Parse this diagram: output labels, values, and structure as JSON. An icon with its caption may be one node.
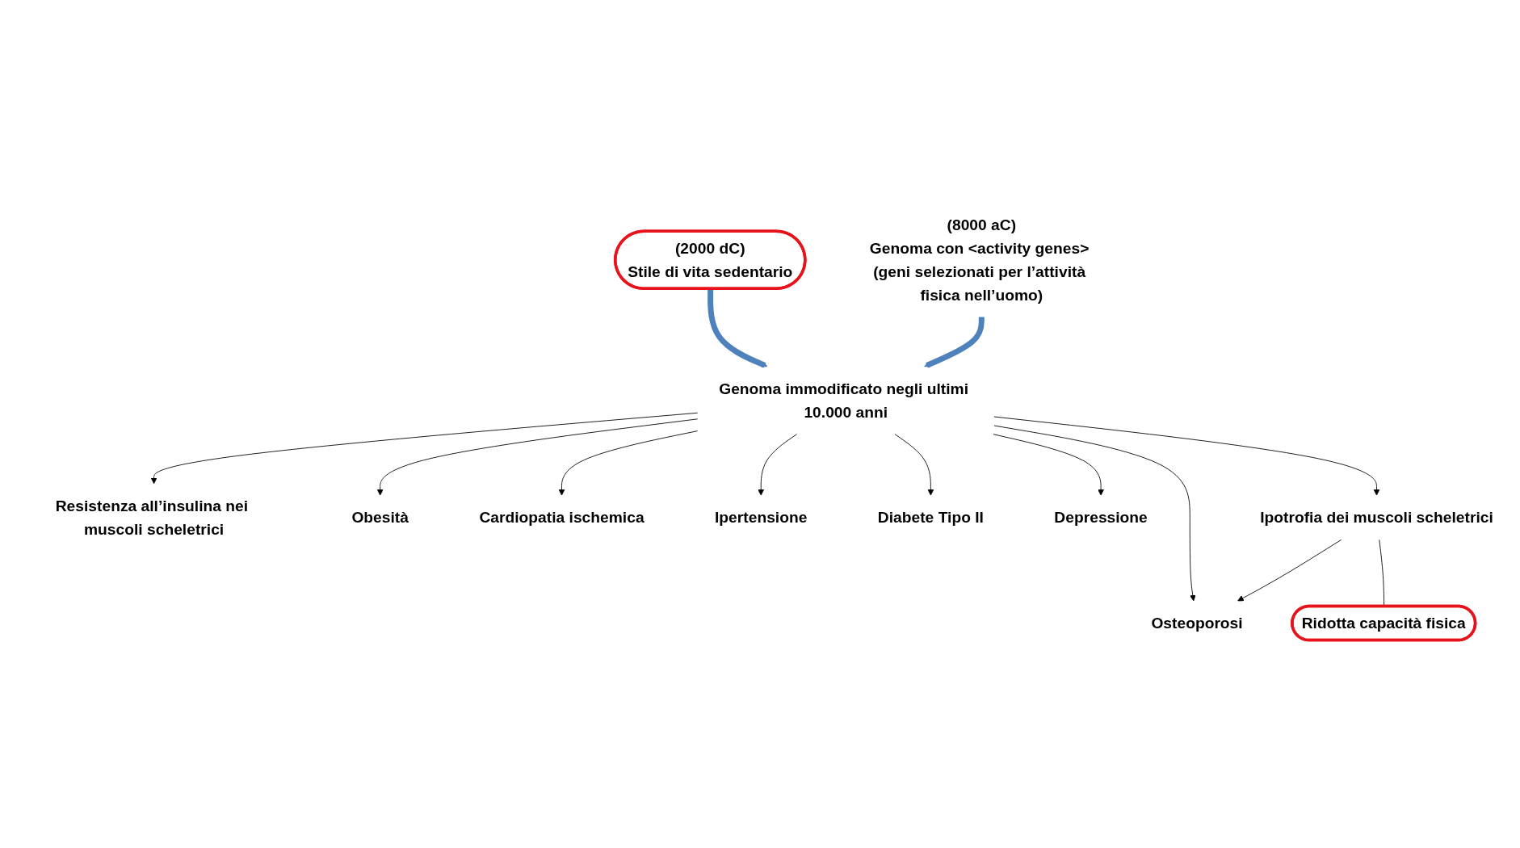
{
  "diagram": {
    "nodes": [
      {
        "text": [
          "(2000 dC)",
          "Stile di vita sedentario"
        ]
      },
      {
        "text": [
          "(8000 aC)",
          "Genoma con <activity genes> (geni selezionati per l’attività fisica nell’uomo)"
        ]
      },
      {
        "text": [
          "Genoma immodificato negli ultimi 10.000 anni"
        ]
      },
      {
        "text": [
          "Resistenza all’insulina nei muscoli scheletrici"
        ]
      },
      {
        "text": [
          "Obesità"
        ]
      },
      {
        "text": [
          "Cardiopatia ischemica"
        ]
      },
      {
        "text": [
          "Ipertensione"
        ]
      },
      {
        "text": [
          "Diabete Tipo II"
        ]
      },
      {
        "text": [
          "Depressione"
        ]
      },
      {
        "text": [
          "Osteoporosi"
        ]
      },
      {
        "text": [
          "Ipotrofia dei muscoli scheletrici"
        ]
      },
      {
        "text": [
          "Ridotta capacità fisica"
        ]
      }
    ],
    "edges": [
      {
        "from": 0,
        "to": 2,
        "arrow": "to",
        "style": "thick",
        "color": "#4f81bd"
      },
      {
        "from": 1,
        "to": 2,
        "arrow": "to",
        "style": "thick",
        "color": "#4f81bd"
      },
      {
        "from": 2,
        "to": 3,
        "arrow": "to"
      },
      {
        "from": 2,
        "to": 4,
        "arrow": "to"
      },
      {
        "from": 2,
        "to": 5,
        "arrow": "to"
      },
      {
        "from": 2,
        "to": 6,
        "arrow": "to"
      },
      {
        "from": 2,
        "to": 7,
        "arrow": "to"
      },
      {
        "from": 2,
        "to": 8,
        "arrow": "to"
      },
      {
        "from": 2,
        "to": 9,
        "arrow": "to"
      },
      {
        "from": 2,
        "to": 10,
        "arrow": "to"
      },
      {
        "from": 10,
        "to": 9,
        "arrow": "to"
      },
      {
        "from": 10,
        "to": 11,
        "arrow": "none"
      }
    ]
  }
}
